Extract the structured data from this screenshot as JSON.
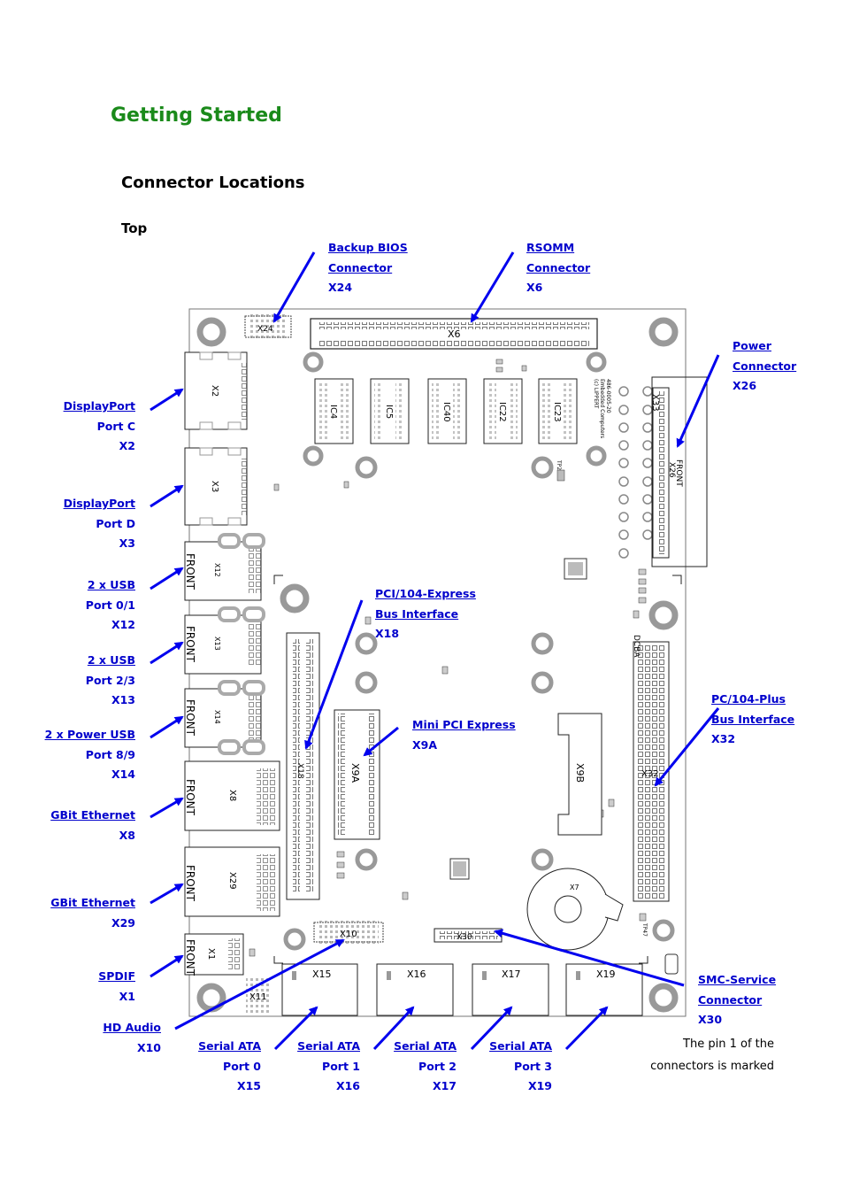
{
  "page": {
    "title": "Getting Started",
    "section": "Connector Locations",
    "subsection": "Top",
    "note": [
      "The pin 1 of the",
      "connectors is marked"
    ]
  },
  "callouts": {
    "x24": [
      "Backup BIOS",
      "Connector",
      "X24"
    ],
    "x6": [
      "RSOMM",
      "Connector",
      "X6"
    ],
    "x26": [
      "Power",
      "Connector",
      "X26"
    ],
    "x2": [
      "DisplayPort",
      "Port C",
      "X2"
    ],
    "x3": [
      "DisplayPort",
      "Port D",
      "X3"
    ],
    "x12": [
      "2 x USB",
      "Port 0/1",
      "X12"
    ],
    "x18": [
      "PCI/104-Express",
      "Bus Interface",
      "X18"
    ],
    "x13": [
      "2 x USB",
      "Port 2/3",
      "X13"
    ],
    "x32": [
      "PC/104-Plus",
      "Bus Interface",
      "X32"
    ],
    "x9a": [
      "Mini PCI Express",
      "X9A"
    ],
    "x14": [
      "2 x Power USB",
      "Port 8/9",
      "X14"
    ],
    "x8": [
      "GBit Ethernet",
      "X8"
    ],
    "x29": [
      "GBit Ethernet",
      "X29"
    ],
    "x1": [
      "SPDIF",
      "X1"
    ],
    "x30": [
      "SMC-Service",
      "Connector",
      "X30"
    ],
    "x10": [
      "HD Audio",
      "X10"
    ],
    "x15": [
      "Serial ATA",
      "Port 0",
      "X15"
    ],
    "x16": [
      "Serial ATA",
      "Port 1",
      "X16"
    ],
    "x17": [
      "Serial ATA",
      "Port 2",
      "X17"
    ],
    "x19": [
      "Serial ATA",
      "Port 3",
      "X19"
    ]
  },
  "board": {
    "silk_x24": "X24",
    "silk_x6": "X6",
    "silk_x2": "X2",
    "silk_x3": "X3",
    "silk_x12": "X12",
    "silk_x13": "X13",
    "silk_x14": "X14",
    "silk_x8": "X8",
    "silk_x29": "X29",
    "silk_x1": "X1",
    "silk_x18": "X18",
    "silk_x9a": "X9A",
    "silk_x9b": "X9B",
    "silk_x32": "X32",
    "silk_x33": "X33",
    "silk_x26": "X26",
    "silk_x10": "X10",
    "silk_x11": "X11",
    "silk_x30": "X30",
    "silk_x7": "X7",
    "silk_x15": "X15",
    "silk_x16": "X16",
    "silk_x17": "X17",
    "silk_x19": "X19",
    "front": "FRONT",
    "ic": [
      "IC4",
      "IC5",
      "IC40",
      "IC22",
      "IC23"
    ],
    "copyright": [
      "(c) LIPPERT",
      "Embedded Computers",
      "486-0005-20"
    ],
    "rows": "DCBA",
    "tp2": "TP2",
    "tp47": "TP47"
  },
  "colors": {
    "heading": "#1a8a1a",
    "link": "#0000cc",
    "arrow": "#0000ee"
  }
}
